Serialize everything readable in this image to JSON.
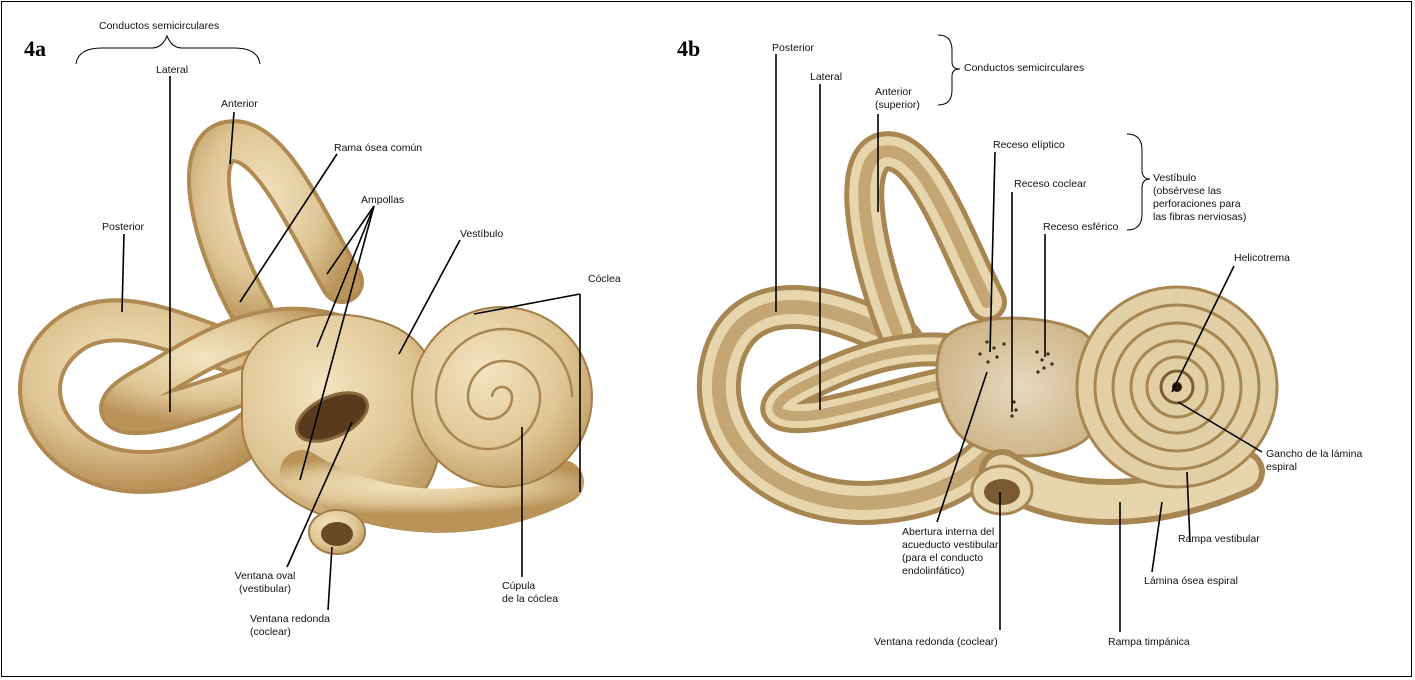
{
  "panels": [
    {
      "label": "4a",
      "labels": {
        "semicircular_canals": "Conductos semicirculares",
        "lateral": "Lateral",
        "anterior": "Anterior",
        "posterior": "Posterior",
        "common_crus": "Rama ósea común",
        "ampullae": "Ampollas",
        "vestibule": "Vestíbulo",
        "cochlea": "Cóclea",
        "oval_window": [
          "Ventana oval",
          "(vestibular)"
        ],
        "round_window": [
          "Ventana redonda",
          "(coclear)"
        ],
        "cupula": [
          "Cúpula",
          "de la cóclea"
        ]
      }
    },
    {
      "label": "4b",
      "labels": {
        "posterior": "Posterior",
        "lateral": "Lateral",
        "anterior": [
          "Anterior",
          "(superior)"
        ],
        "semicircular_canals": "Conductos semicirculares",
        "elliptic_recess": "Receso elíptico",
        "cochlear_recess": "Receso coclear",
        "spherical_recess": "Receso esférico",
        "vestibule": [
          "Vestíbulo",
          "(obsérvese las",
          "perforaciones para",
          "las fibras nerviosas)"
        ],
        "helicotrema": "Helicotrema",
        "spiral_lamina_hook": [
          "Gancho de la lámina",
          "espiral"
        ],
        "vestibular_aqueduct": [
          "Abertura interna del",
          "acueducto vestibular",
          "(para el conducto",
          "endolinfático)"
        ],
        "round_window": "Ventana redonda (coclear)",
        "scala_tympani": "Rampa timpánica",
        "osseous_spiral_lamina": "Lámina ósea espiral",
        "scala_vestibuli": "Rampa vestibular"
      }
    }
  ],
  "colors": {
    "bone_fill": "#e2cc9f",
    "bone_shade": "#c9a86c",
    "bone_dark": "#9b7a45",
    "interior": "#d8c3a0",
    "leader": "#000000"
  }
}
